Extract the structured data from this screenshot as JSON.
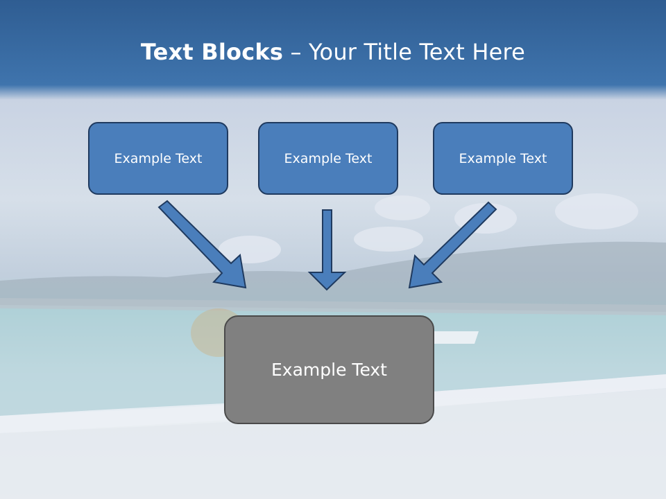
{
  "slide": {
    "title_bold": "Text Blocks",
    "title_rest": " – Your Title Text Here",
    "boxes": [
      {
        "label": "Example Text"
      },
      {
        "label": "Example Text"
      },
      {
        "label": "Example Text"
      }
    ],
    "main_box": {
      "label": "Example Text"
    }
  },
  "colors": {
    "header": "#3f74ad",
    "box_fill": "#4a7ebb",
    "box_border": "#1f3a5f",
    "main_fill": "#808080",
    "arrow_fill": "#4a7ebb"
  }
}
